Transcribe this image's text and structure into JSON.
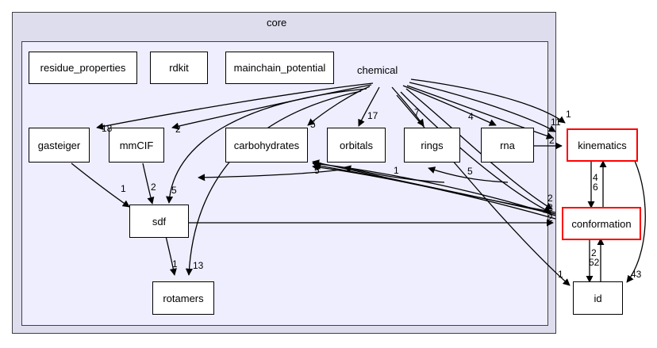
{
  "graph": {
    "title": "core",
    "outer_cluster_label": "core",
    "inner_cluster_label": "chemical",
    "colors": {
      "outer_cluster_bg": "#ddddee",
      "inner_cluster_bg": "#eeeeff",
      "frame_border": "#404044",
      "node_bg": "#ffffff",
      "node_border": "#000000",
      "highlight_border": "#ff0000",
      "edge": "#000000",
      "page_bg": "#ffffff"
    }
  },
  "nodes": [
    {
      "id": "residue_properties",
      "label": "residue_properties",
      "highlight": false
    },
    {
      "id": "rdkit",
      "label": "rdkit",
      "highlight": false
    },
    {
      "id": "mainchain_potential",
      "label": "mainchain_potential",
      "highlight": false
    },
    {
      "id": "gasteiger",
      "label": "gasteiger",
      "highlight": false
    },
    {
      "id": "mmCIF",
      "label": "mmCIF",
      "highlight": false
    },
    {
      "id": "carbohydrates",
      "label": "carbohydrates",
      "highlight": false
    },
    {
      "id": "orbitals",
      "label": "orbitals",
      "highlight": false
    },
    {
      "id": "rings",
      "label": "rings",
      "highlight": false
    },
    {
      "id": "rna",
      "label": "rna",
      "highlight": false
    },
    {
      "id": "kinematics",
      "label": "kinematics",
      "highlight": true
    },
    {
      "id": "conformation",
      "label": "conformation",
      "highlight": true
    },
    {
      "id": "sdf",
      "label": "sdf",
      "highlight": false
    },
    {
      "id": "rotamers",
      "label": "rotamers",
      "highlight": false
    },
    {
      "id": "id",
      "label": "id",
      "highlight": false
    }
  ],
  "edge_labels": [
    {
      "id": "chemical-gasteiger",
      "from": "chemical",
      "to": "gasteiger",
      "weight": "18"
    },
    {
      "id": "chemical-mmCIF",
      "from": "chemical",
      "to": "mmCIF",
      "weight": "2"
    },
    {
      "id": "chemical-carbohydrates",
      "from": "chemical",
      "to": "carbohydrates",
      "weight": "5"
    },
    {
      "id": "chemical-orbitals",
      "from": "chemical",
      "to": "orbitals",
      "weight": "17"
    },
    {
      "id": "chemical-rings",
      "from": "chemical",
      "to": "rings",
      "weight": "7"
    },
    {
      "id": "chemical-rna",
      "from": "chemical",
      "to": "rna",
      "weight": "4"
    },
    {
      "id": "chemical-kinematics-a",
      "from": "chemical",
      "to": "kinematics",
      "weight": "1"
    },
    {
      "id": "chemical-kinematics-b",
      "from": "chemical",
      "to": "kinematics",
      "weight": "1"
    },
    {
      "id": "chemical-kinematics-c",
      "from": "chemical",
      "to": "kinematics",
      "weight": "1"
    },
    {
      "id": "rna-kinematics",
      "from": "rna",
      "to": "kinematics",
      "weight": "2"
    },
    {
      "id": "chemical-conformation-a",
      "from": "chemical",
      "to": "conformation",
      "weight": "2"
    },
    {
      "id": "chemical-conformation-b",
      "from": "chemical",
      "to": "conformation",
      "weight": "2"
    },
    {
      "id": "sdf-conformation",
      "from": "sdf",
      "to": "conformation",
      "weight": "2"
    },
    {
      "id": "gasteiger-sdf",
      "from": "gasteiger",
      "to": "sdf",
      "weight": "1"
    },
    {
      "id": "mmCIF-sdf",
      "from": "mmCIF",
      "to": "sdf",
      "weight": "2"
    },
    {
      "id": "chemical-sdf",
      "from": "chemical",
      "to": "sdf",
      "weight": "5"
    },
    {
      "id": "sdf-rotamers",
      "from": "sdf",
      "to": "rotamers",
      "weight": "1"
    },
    {
      "id": "chemical-rotamers",
      "from": "chemical",
      "to": "rotamers",
      "weight": "13"
    },
    {
      "id": "orbitals-back",
      "from": "orbitals",
      "to": "carbohydrates",
      "weight": "1"
    },
    {
      "id": "rings-back",
      "from": "rings",
      "to": "carbohydrates",
      "weight": "5"
    },
    {
      "id": "carbohydrates-back",
      "from": "carbohydrates",
      "to": "carbohydrates",
      "weight": "5"
    },
    {
      "id": "kinematics-conformation",
      "from": "kinematics",
      "to": "conformation",
      "weight": "4"
    },
    {
      "id": "conformation-kinematics",
      "from": "conformation",
      "to": "kinematics",
      "weight": "6"
    },
    {
      "id": "conformation-id",
      "from": "conformation",
      "to": "id",
      "weight": "2"
    },
    {
      "id": "id-conformation",
      "from": "id",
      "to": "conformation",
      "weight": "52"
    },
    {
      "id": "chemical-id",
      "from": "chemical",
      "to": "id",
      "weight": "1"
    },
    {
      "id": "kinematics-id",
      "from": "kinematics",
      "to": "id",
      "weight": "43"
    }
  ]
}
